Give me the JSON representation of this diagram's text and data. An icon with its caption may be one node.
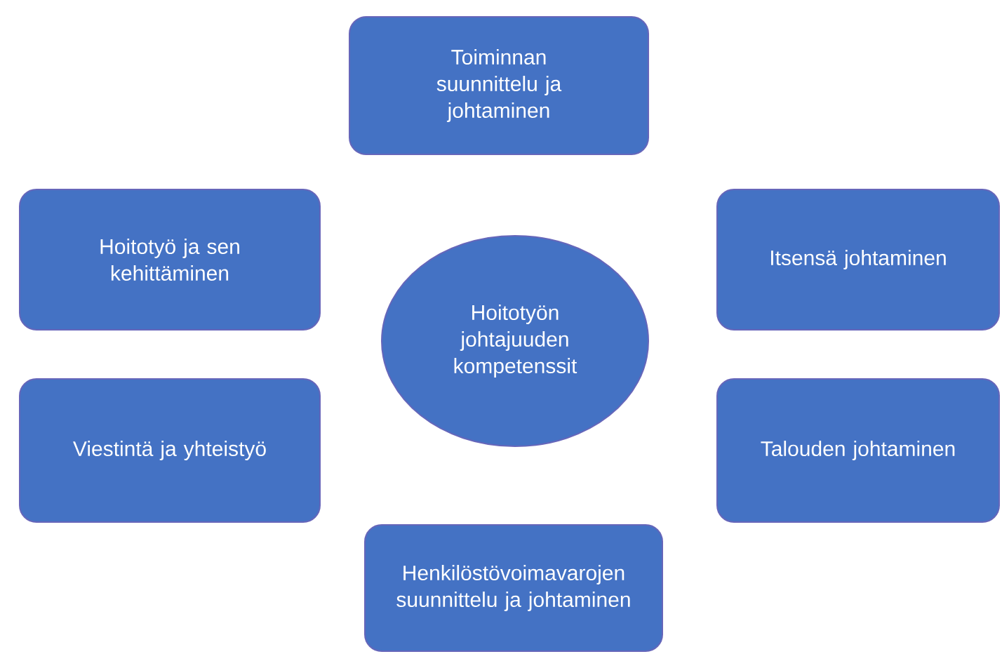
{
  "diagram": {
    "nodes": [
      {
        "text": [
          "Toiminnan suunnittelu ja johtaminen"
        ]
      },
      {
        "text": [
          "Hoitotyö ja sen kehittäminen"
        ]
      },
      {
        "text": [
          "Hoitotyön johtajuuden kompetenssit"
        ]
      },
      {
        "text": [
          "Itsensä johtaminen"
        ]
      },
      {
        "text": [
          "Viestintä ja yhteistyö"
        ]
      },
      {
        "text": [
          "Talouden johtaminen"
        ]
      },
      {
        "text": [
          "Henkilöstövoimavarojen suunnittelu ja johtaminen"
        ]
      }
    ]
  }
}
